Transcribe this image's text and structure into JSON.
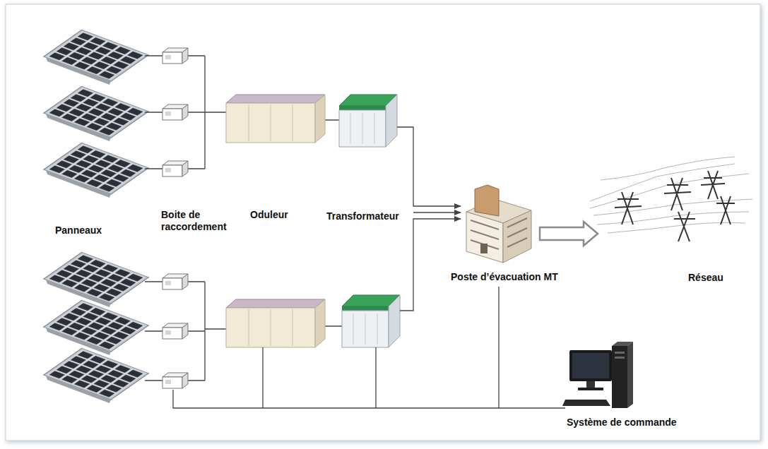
{
  "diagram": {
    "labels": [
      "Panneaux",
      "Boite de raccordement",
      "Oduleur",
      "Transformateur",
      "Poste d’évacuation MT",
      "Réseau",
      "Système de commande"
    ]
  }
}
